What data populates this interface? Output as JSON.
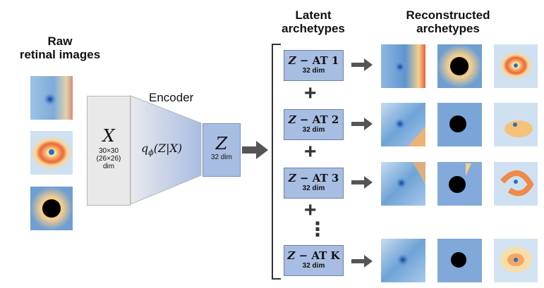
{
  "headings": {
    "raw": "Raw\nretinal images",
    "encoder": "Encoder",
    "latent": "Latent\narchetypes",
    "reconstructed": "Reconstructed\narchetypes"
  },
  "input_box": {
    "symbol": "X",
    "dim1": "30×30",
    "dim2": "(26×26)",
    "dim3": "dim"
  },
  "encoder": {
    "q": "q",
    "phi": "ϕ",
    "args": "(Z|X)"
  },
  "z_box": {
    "symbol": "Z",
    "dim": "32 dim"
  },
  "archetypes": [
    {
      "z": "Z",
      "rest": " − AT 1",
      "dim": "32 dim"
    },
    {
      "z": "Z",
      "rest": " − AT 2",
      "dim": "32 dim"
    },
    {
      "z": "Z",
      "rest": " − AT 3",
      "dim": "32 dim"
    },
    {
      "z": "Z",
      "rest": " − AT K",
      "dim": "32 dim"
    }
  ],
  "plus_sign": "+",
  "ellipsis": "⋮",
  "colors": {
    "box_blue": "#a8bde2",
    "input_gray": "#e9e9e9",
    "arrow": "#555555"
  }
}
